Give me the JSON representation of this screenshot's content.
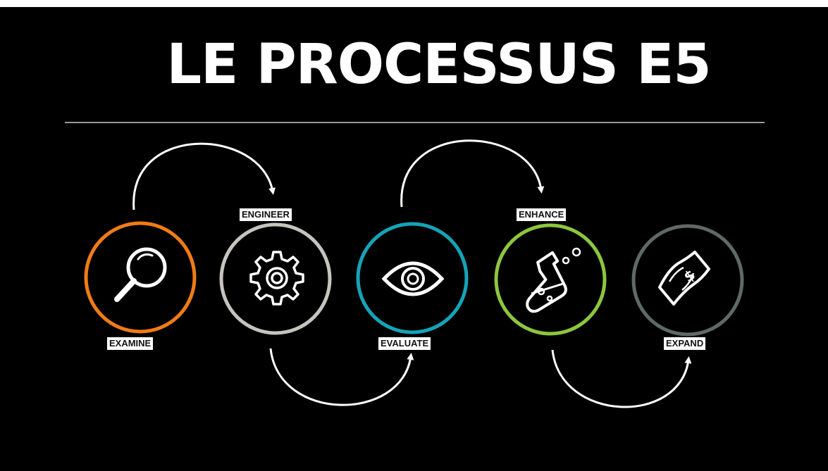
{
  "title": "LE PROCESSUS E5",
  "colors": {
    "background": "#000000",
    "examine": "#f07c16",
    "engineer": "#c6c4be",
    "evaluate": "#16a3b8",
    "enhance": "#8dc63f",
    "expand": "#5f6a66"
  },
  "steps": [
    {
      "label": "EXAMINE",
      "icon": "magnifier-icon",
      "color": "#f07c16"
    },
    {
      "label": "ENGINEER",
      "icon": "gear-icon",
      "color": "#c6c4be"
    },
    {
      "label": "EVALUATE",
      "icon": "eye-icon",
      "color": "#16a3b8"
    },
    {
      "label": "ENHANCE",
      "icon": "flask-icon",
      "color": "#8dc63f"
    },
    {
      "label": "EXPAND",
      "icon": "money-icon",
      "color": "#5f6a66"
    }
  ]
}
